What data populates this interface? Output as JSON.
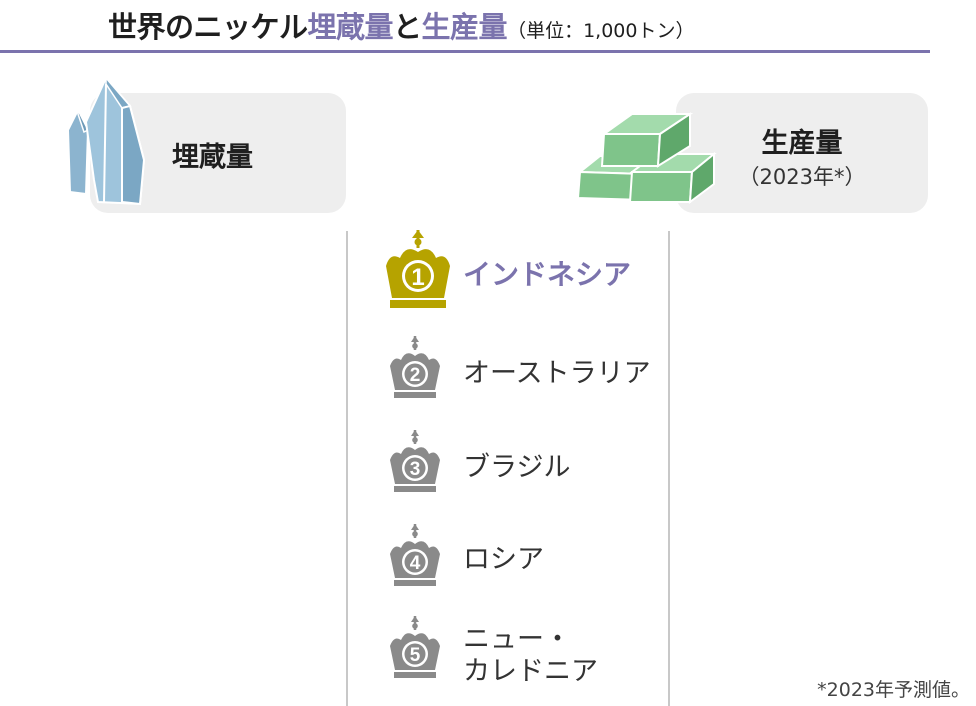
{
  "title": {
    "part1": "世界のニッケル",
    "accent1": "埋蔵量",
    "part2": "と",
    "accent2": "生産量",
    "unit": "（単位：1,000トン）"
  },
  "left_panel": {
    "label": "埋蔵量"
  },
  "right_panel": {
    "label": "生産量",
    "sub": "（2023年*）"
  },
  "ranking": [
    {
      "rank": "1",
      "name": "インドネシア"
    },
    {
      "rank": "2",
      "name": "オーストラリア"
    },
    {
      "rank": "3",
      "name": "ブラジル"
    },
    {
      "rank": "4",
      "name": "ロシア"
    },
    {
      "rank": "5",
      "name": "ニュー・\nカレドニア"
    }
  ],
  "footnote": "*2023年予測値。",
  "colors": {
    "accent": "#7b73ad",
    "gold": "#b6a300",
    "gray": "#8a8a8a",
    "crystal": "#8cb4cf",
    "bars": "#7fc48a"
  }
}
